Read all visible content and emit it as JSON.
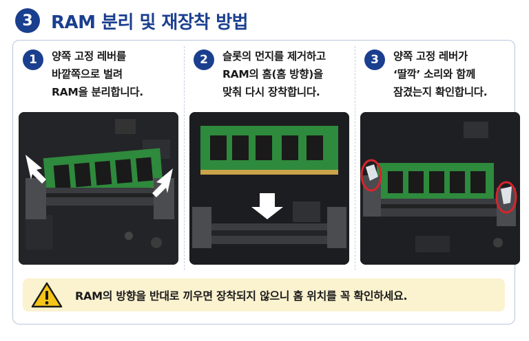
{
  "header": {
    "number": "3",
    "title": "RAM 분리 및 재장착 방법"
  },
  "steps": [
    {
      "number": "1",
      "lines": [
        "양쪽 고정 레버를",
        "바깥쪽으로 벌려",
        "RAM을 분리합니다."
      ]
    },
    {
      "number": "2",
      "lines": [
        "슬롯의 먼지를 제거하고",
        "RAM의 홈(홈 방향)을",
        "맞춰 다시 장착합니다."
      ]
    },
    {
      "number": "3",
      "lines": [
        "양쪽 고정 레버가",
        "‘딸깍’ 소리와 함께",
        "잠겼는지 확인합니다."
      ]
    }
  ],
  "warning": {
    "icon": "warning-triangle-icon",
    "text": "RAM의 방향을 반대로 끼우면 장착되지 않으니 홈 위치를 꼭 확인하세요."
  },
  "colors": {
    "accent": "#1b3f8f",
    "panel_border": "#b9c4dc",
    "warning_bg": "#fbf2cf",
    "pcb_green": "#2e8a3c",
    "highlight_red": "#d8242a"
  }
}
